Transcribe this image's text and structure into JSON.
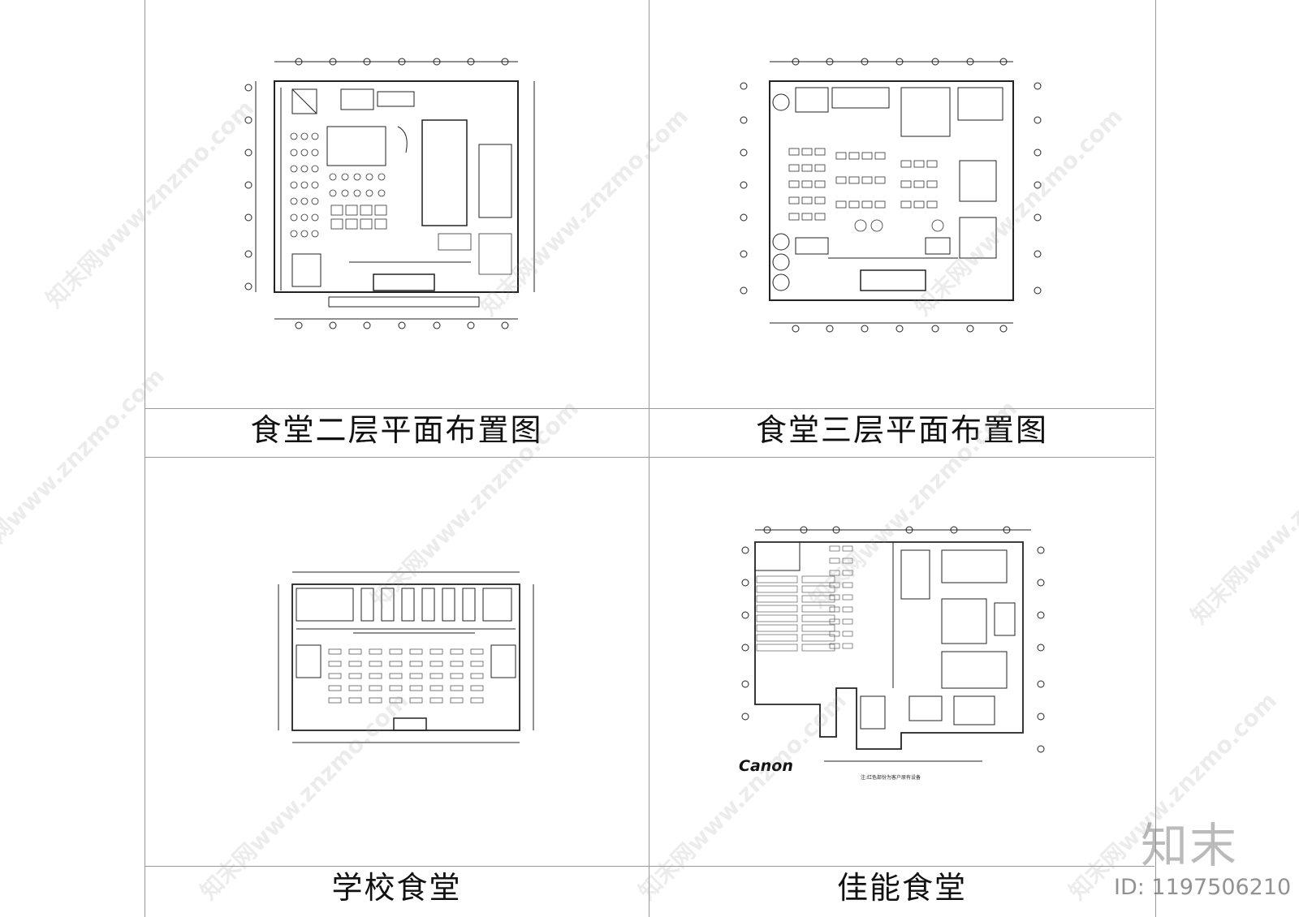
{
  "panels": [
    {
      "caption": "食堂二层平面布置图"
    },
    {
      "caption": "食堂三层平面布置图"
    },
    {
      "caption": "学校食堂"
    },
    {
      "caption": "佳能食堂",
      "logo": "Canon",
      "note": "注:红色部份为客户原有设备"
    }
  ],
  "watermark": {
    "text": "知末网www.znzmo.com"
  },
  "brand": {
    "logo_text": "知末",
    "id_label": "ID: 1197506210"
  },
  "colors": {
    "line": "#222222",
    "border": "#9a9a9a",
    "watermark": "#969696"
  }
}
